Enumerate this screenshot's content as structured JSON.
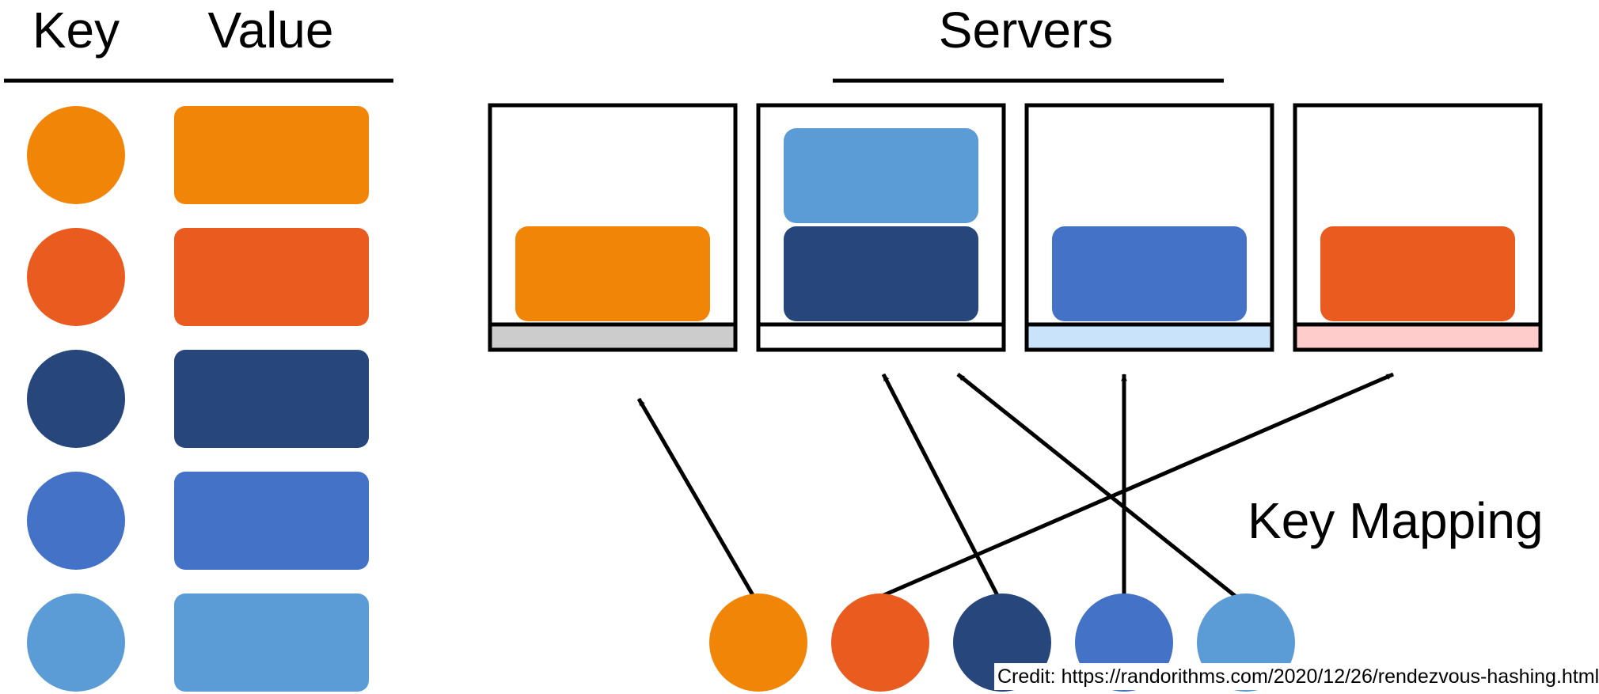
{
  "legend": {
    "key_header": "Key",
    "value_header": "Value",
    "rows": [
      {
        "color": "#F08508"
      },
      {
        "color": "#EA5B1F"
      },
      {
        "color": "#26467C"
      },
      {
        "color": "#4472C6"
      },
      {
        "color": "#5B9BD6"
      }
    ]
  },
  "servers": {
    "title": "Servers",
    "items": [
      {
        "stripe_color": "#CCCCCC",
        "stored_values": [
          "#F08508"
        ]
      },
      {
        "stripe_color": "#FFFFFF",
        "stored_values": [
          "#5B9BD6",
          "#26467C"
        ]
      },
      {
        "stripe_color": "#C9E3FA",
        "stored_values": [
          "#4472C6"
        ]
      },
      {
        "stripe_color": "#FFCCCC",
        "stored_values": [
          "#EA5B1F"
        ]
      }
    ]
  },
  "mapping": {
    "label": "Key Mapping",
    "keys": [
      {
        "color": "#F08508",
        "server": 0
      },
      {
        "color": "#EA5B1F",
        "server": 3
      },
      {
        "color": "#26467C",
        "server": 1
      },
      {
        "color": "#4472C6",
        "server": 2
      },
      {
        "color": "#5B9BD6",
        "server": 1
      }
    ]
  },
  "credit": "Credit: https://randorithms.com/2020/12/26/rendezvous-hashing.html"
}
